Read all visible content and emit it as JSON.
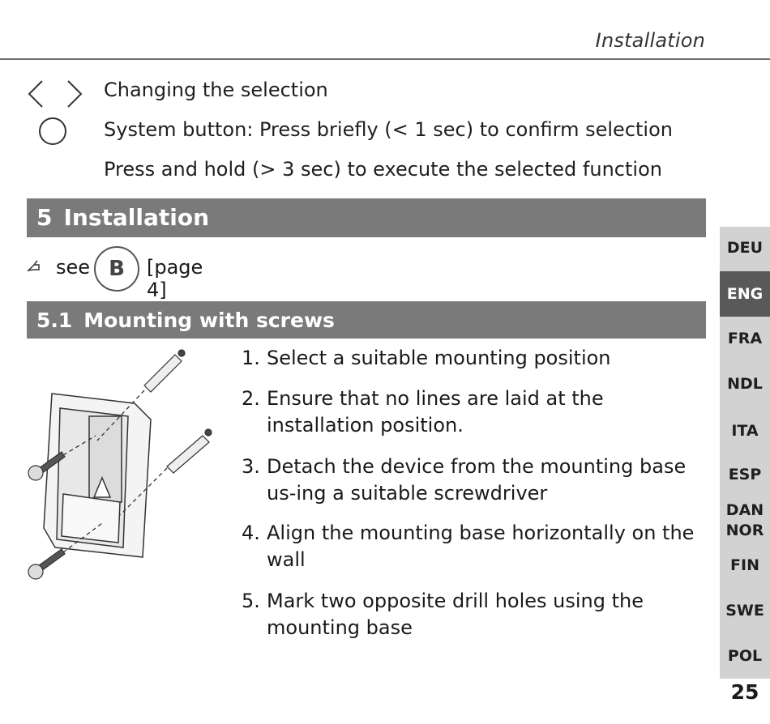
{
  "header": {
    "title": "Installation"
  },
  "legend": [
    {
      "icon": "chevron-left-right-icon",
      "text": "Changing the selection"
    },
    {
      "icon": "circle-button-icon",
      "text": "System button: Press briefly (< 1 sec) to confirm selection"
    },
    {
      "icon": "",
      "text": "Press and hold (> 3 sec) to execute the selected function"
    }
  ],
  "section5": {
    "number": "5",
    "title": "Installation"
  },
  "see": {
    "prefix": "see",
    "ref": "B",
    "suffix": "[page 4]"
  },
  "section51": {
    "number": "5.1",
    "title": "Mounting with screws"
  },
  "steps": [
    {
      "n": "1.",
      "text": "Select a suitable mounting position"
    },
    {
      "n": "2.",
      "text": "Ensure that no lines are laid at the installation position."
    },
    {
      "n": "3.",
      "text": "Detach the device from the mounting base us-ing a suitable screwdriver"
    },
    {
      "n": "4.",
      "text": "Align the mounting base horizontally on the wall"
    },
    {
      "n": "5.",
      "text": "Mark two opposite drill holes using the mounting base"
    }
  ],
  "language_tabs": [
    "DEU",
    "ENG",
    "FRA",
    "NDL",
    "ITA",
    "ESP",
    "DAN",
    "NOR",
    "FIN",
    "SWE",
    "POL"
  ],
  "active_tab": "ENG",
  "page_number": "25",
  "colors": {
    "section_bar": "#7a7a7a",
    "tab_bg": "#d2d2d2",
    "tab_active": "#595959"
  }
}
